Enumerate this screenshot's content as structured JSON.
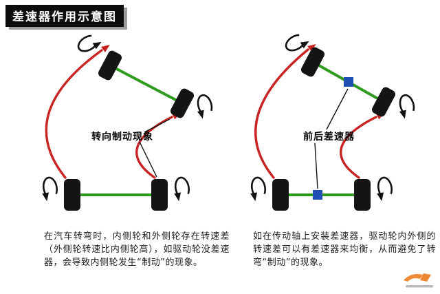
{
  "title": "差速器作用示意图",
  "left": {
    "label": "转向制动现象",
    "caption": "在汽车转弯时，内侧轮和外侧轮存在转速差（外侧轮转速比内侧轮高），如驱动轮没差速器，会导致内侧轮发生“制动”的现象。"
  },
  "right": {
    "label": "前后差速器",
    "caption": "如在传动轴上安装差速器，驱动轮内外侧的转速差可以有差速器来均衡，从而避免了转弯“制动”的现象。"
  },
  "icons": {
    "rotation_arrow": "circular-rotation-arrow",
    "differential_marker": "blue-square",
    "watermark": "orange-logo-watermark"
  },
  "colors": {
    "axle": "#2e9b1e",
    "path_arc": "#c92424",
    "differential": "#2150b4",
    "wheel": "#141414",
    "title_bg": "#0d0d0d",
    "watermark": "#ee7c1e",
    "watermark_gray": "#9a9a9a"
  }
}
